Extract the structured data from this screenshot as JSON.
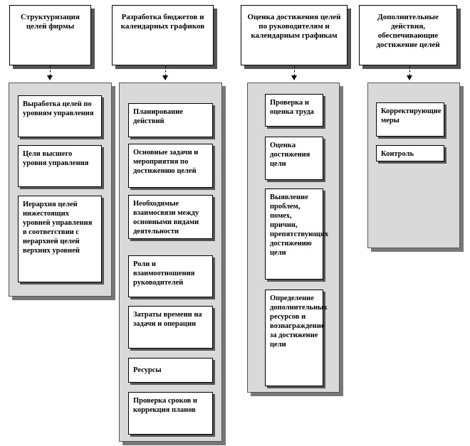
{
  "columns": [
    {
      "header": "Структуризация целей фирмы",
      "items": [
        "Выработка целей по уровням управления",
        "Цели высшего уровня управления",
        "Иерархия целей нижестоящих уровней управления в соответствии с иерархией целей верхних уровней"
      ]
    },
    {
      "header": "Разработка бюджетов и календарных графиков",
      "items": [
        "Планирование действий",
        "Основные задачи и мероприятия по достижению целей",
        "Необходимые взаимосвязи между основными видами деятельности",
        "Роли и взаимоотношения руководителей",
        "Затраты времени на задачи и операции",
        "Ресурсы",
        "Проверка сроков и коррекция планов"
      ]
    },
    {
      "header": "Оценка достижения целей по руководителям и календарным графикам",
      "items": [
        "Проверка и оценка труда",
        "Оценка достижения цели",
        "Выявление проблем, помех, причин, препятствующих достижению цели",
        "Определение дополнительных ресурсов и вознаграждение за достижение цели"
      ]
    },
    {
      "header": "Дополнительные действия, обеспечивающие достижение целей",
      "items": [
        "Корректирующие меры",
        "Контроль"
      ]
    }
  ]
}
